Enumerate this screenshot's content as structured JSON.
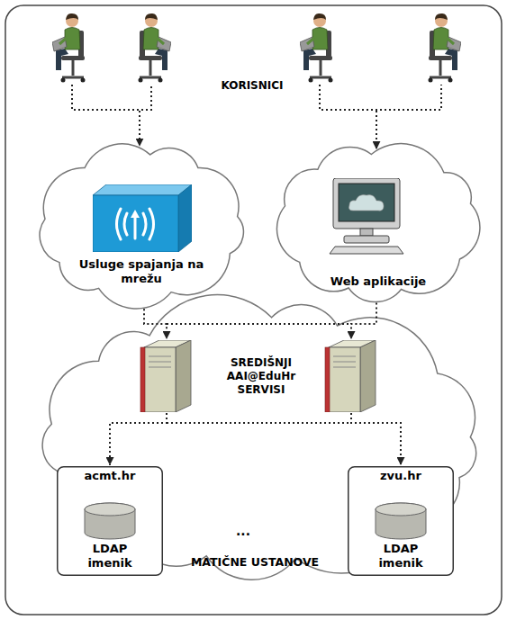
{
  "diagram": {
    "nodes": [
      {
        "text": [
          "KORISNICI"
        ]
      },
      {
        "text": [
          "Usluge spajanja na mrežu"
        ]
      },
      {
        "text": [
          "Web aplikacije"
        ]
      },
      {
        "text": [
          "SREDIŠNJI AAI@EduHr SERVISI"
        ]
      },
      {
        "text": [
          "acmt.hr",
          "LDAP imenik"
        ]
      },
      {
        "text": [
          "zvu.hr",
          "LDAP imenik"
        ]
      }
    ],
    "edges": [
      {
        "from": 0,
        "to": 1,
        "arrow": "to"
      },
      {
        "from": 0,
        "to": 2,
        "arrow": "to"
      },
      {
        "from": 1,
        "to": 3,
        "arrow": "to"
      },
      {
        "from": 2,
        "to": 3,
        "arrow": "to"
      },
      {
        "from": 3,
        "to": 4,
        "arrow": "to"
      },
      {
        "from": 3,
        "to": 5,
        "arrow": "to"
      }
    ],
    "labels": [
      "...",
      "MATIČNE USTANOVE"
    ]
  }
}
